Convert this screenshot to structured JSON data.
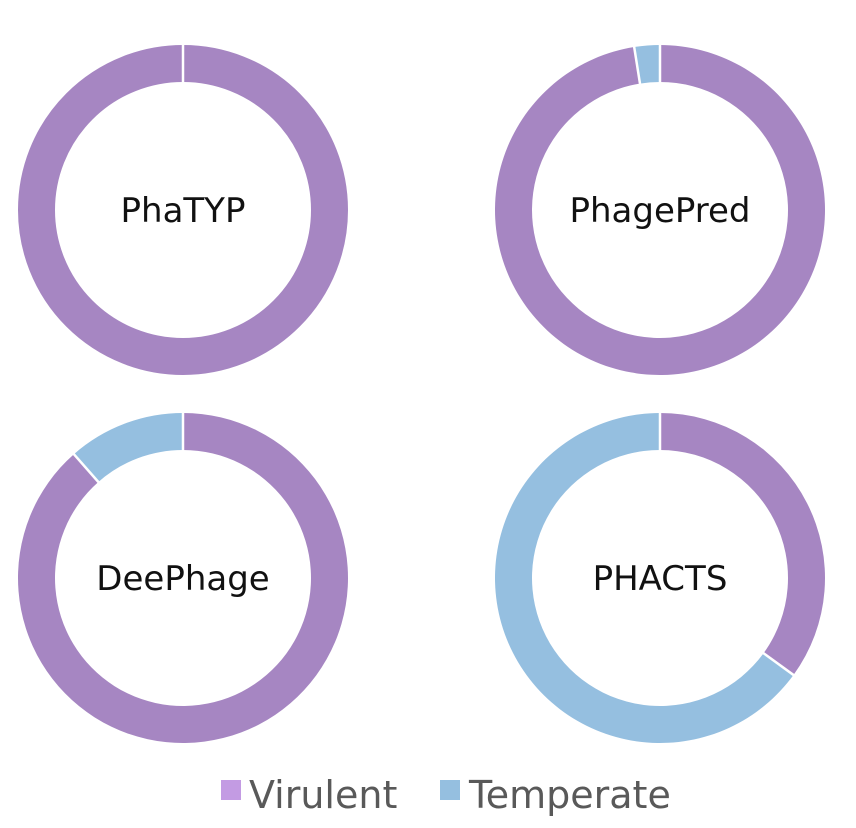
{
  "chart_data": {
    "type": "pie",
    "variant": "donut",
    "layout": "2x2 grid",
    "legend_position": "bottom",
    "legend": [
      {
        "name": "Virulent",
        "color": "#c39be3"
      },
      {
        "name": "Temperate",
        "color": "#95bfe0"
      }
    ],
    "slice_colors": {
      "Virulent": "#a686c2",
      "Temperate": "#95bfe0"
    },
    "charts": [
      {
        "label": "PhaTYP",
        "slices": [
          {
            "name": "Virulent",
            "value": 100
          },
          {
            "name": "Temperate",
            "value": 0
          }
        ]
      },
      {
        "label": "PhagePred",
        "slices": [
          {
            "name": "Virulent",
            "value": 97.5
          },
          {
            "name": "Temperate",
            "value": 2.5
          }
        ]
      },
      {
        "label": "DeePhage",
        "slices": [
          {
            "name": "Virulent",
            "value": 88.5
          },
          {
            "name": "Temperate",
            "value": 11.5
          }
        ]
      },
      {
        "label": "PHACTS",
        "slices": [
          {
            "name": "Virulent",
            "value": 35
          },
          {
            "name": "Temperate",
            "value": 65
          }
        ]
      }
    ]
  }
}
